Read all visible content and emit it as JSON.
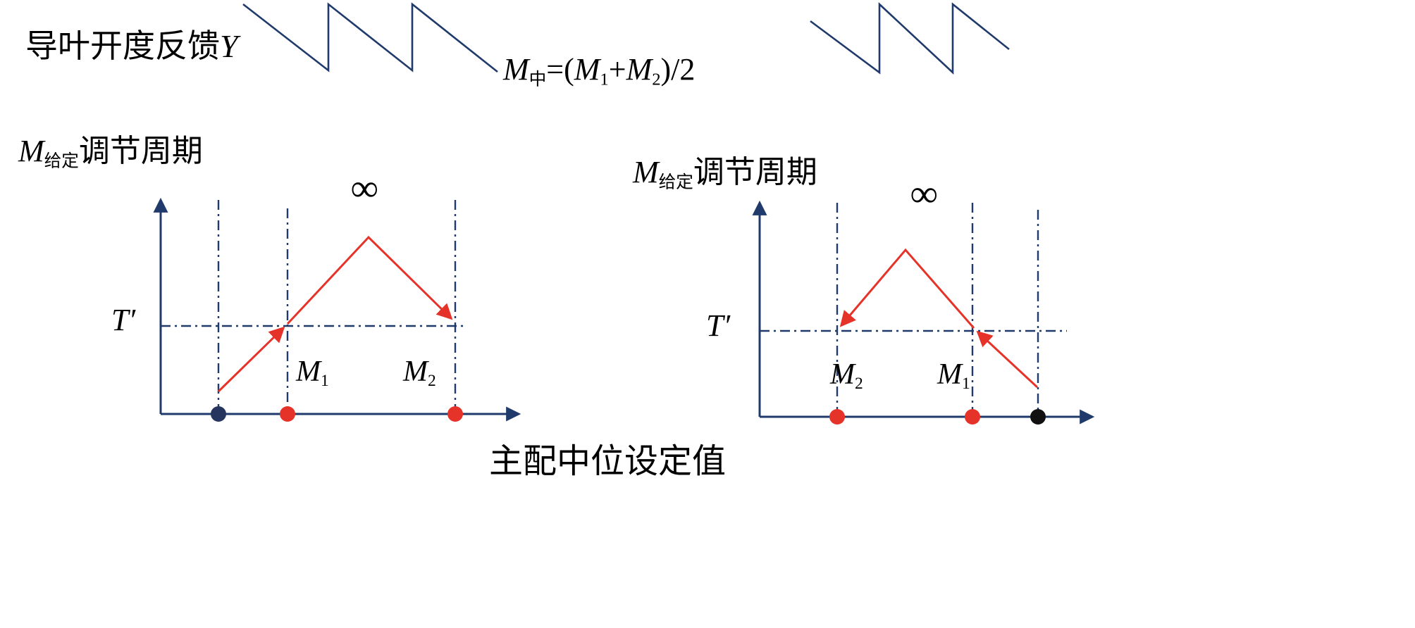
{
  "colors": {
    "navy": "#1f3a6b",
    "red": "#e63329",
    "black": "#111111",
    "navy_dot": "#26355e"
  },
  "top": {
    "feedback_label_text": "导叶开度反馈",
    "feedback_label_var": "Y",
    "formula": {
      "var": "M",
      "var_sub": "中",
      "mid1": "=(",
      "m1": "M",
      "m1_sub": "1",
      "plus": "+",
      "m2": "M",
      "m2_sub": "2",
      "tail": ")/2"
    }
  },
  "left_chart": {
    "axis_label_var": "M",
    "axis_label_sub": "给定",
    "axis_label_rest": "调节周期",
    "infinity": "∞",
    "t_prime": "T′",
    "m1_var": "M",
    "m1_sub": "1",
    "m2_var": "M",
    "m2_sub": "2"
  },
  "right_chart": {
    "axis_label_var": "M",
    "axis_label_sub": "给定",
    "axis_label_rest": "调节周期",
    "infinity": "∞",
    "t_prime": "T′",
    "m2_var": "M",
    "m2_sub": "2",
    "m1_var": "M",
    "m1_sub": "1"
  },
  "bottom": {
    "x_axis_label": "主配中位设定值"
  }
}
